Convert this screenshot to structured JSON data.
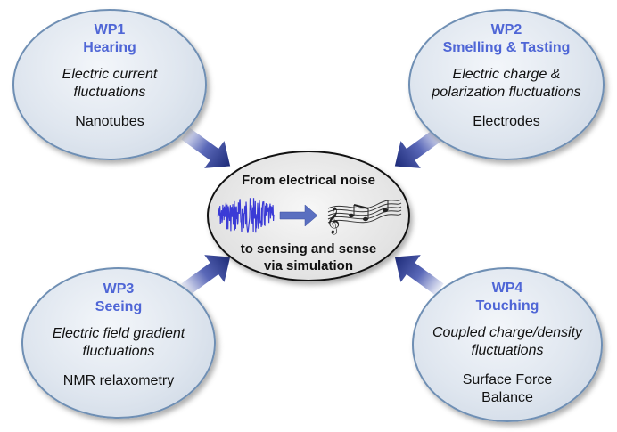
{
  "center": {
    "line1": "From electrical noise",
    "line2": "to sensing and sense",
    "line3": "via simulation"
  },
  "wp1": {
    "id": "WP1",
    "title": "Hearing",
    "fluct_1": "Electric current",
    "fluct_2": "fluctuations",
    "tool_1": "Nanotubes",
    "tool_2": ""
  },
  "wp2": {
    "id": "WP2",
    "title": "Smelling & Tasting",
    "fluct_1": "Electric charge &",
    "fluct_2": "polarization fluctuations",
    "tool_1": "Electrodes",
    "tool_2": ""
  },
  "wp3": {
    "id": "WP3",
    "title": "Seeing",
    "fluct_1": "Electric field gradient",
    "fluct_2": "fluctuations",
    "tool_1": "NMR relaxometry",
    "tool_2": ""
  },
  "wp4": {
    "id": "WP4",
    "title": "Touching",
    "fluct_1": "Coupled charge/density",
    "fluct_2": "fluctuations",
    "tool_1": "Surface Force",
    "tool_2": "Balance"
  },
  "colors": {
    "title": "#4f66d6",
    "bubble_border": "#6f8fb4",
    "arrow": "#22307e",
    "noise": "#3b3bd6"
  },
  "icons": [
    "noise-waveform-icon",
    "right-arrow-icon",
    "music-notes-icon"
  ]
}
